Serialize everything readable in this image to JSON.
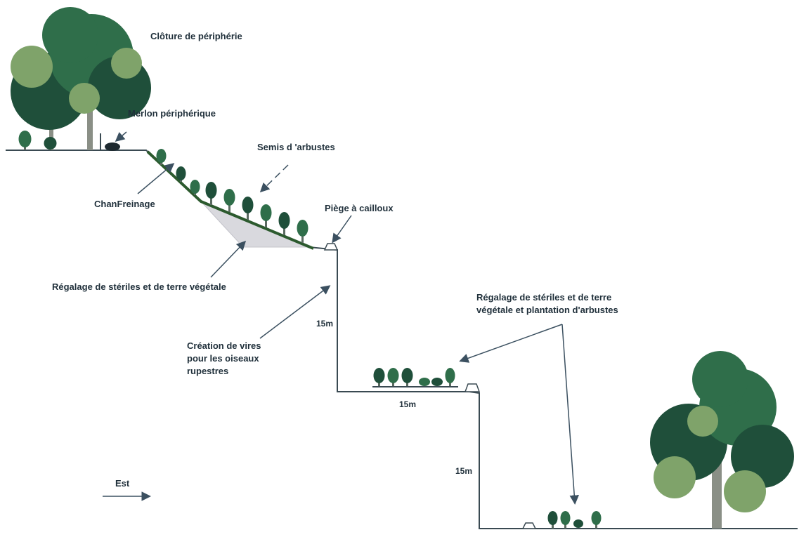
{
  "labels": {
    "cloture": "Clôture de périphérie",
    "merlon": "Merlon périphérique",
    "semis": "Semis d 'arbustes",
    "chanfreinage": "ChanFreinage",
    "piege": "Piège à cailloux",
    "regalage_1": "Régalage de stériles et de terre végétale",
    "regalage_2": "Régalage de stériles et de terre\nvégétale et plantation d'arbustes",
    "vires": "Création de vires\npour les oiseaux\nrupestres",
    "est": "Est"
  },
  "dimensions": {
    "height_upper": "15m",
    "width_bench": "15m",
    "height_lower": "15m"
  },
  "colors": {
    "ground_line": "#3a4a52",
    "slope_green": "#2c5a2e",
    "fill_grey": "#d9d9de",
    "tree_dark": "#1f4f3a",
    "tree_mid": "#2f6e4a",
    "tree_light": "#7fa36a",
    "arrow": "#3b5060",
    "text": "#1f2f3a"
  },
  "icons": [
    "large-tree-icon",
    "shrub-icon",
    "rock-trap-icon",
    "merlon-icon",
    "fence-post-icon",
    "arrow-east-icon"
  ]
}
